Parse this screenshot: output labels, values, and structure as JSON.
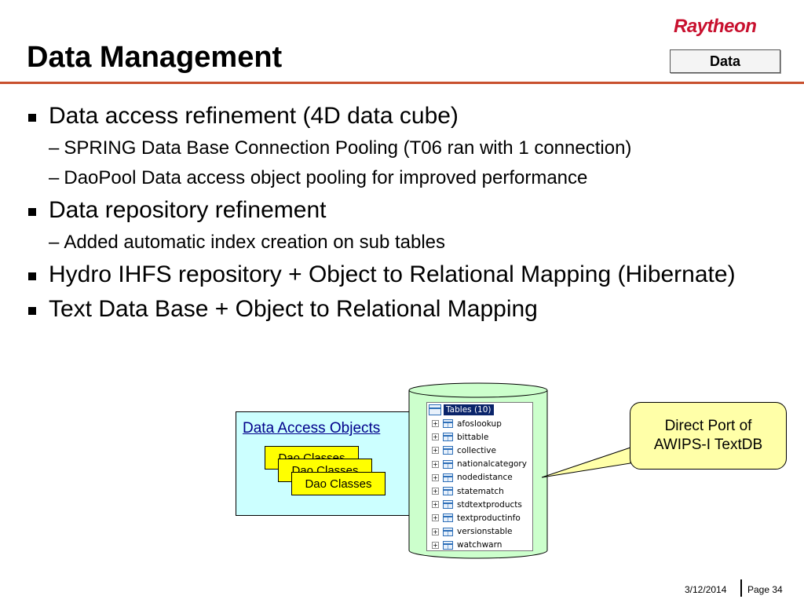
{
  "header": {
    "logo_text": "Raytheon",
    "title": "Data Management",
    "section_tag": "Data",
    "accent_color": "#c8502e",
    "logo_color": "#c8102e"
  },
  "bullets": [
    {
      "text": "Data access refinement (4D data cube)",
      "subs": [
        "SPRING Data Base Connection Pooling (T06 ran with 1 connection)",
        "DaoPool Data access object pooling for improved performance"
      ]
    },
    {
      "text": "Data repository refinement",
      "subs": [
        "Added automatic index creation on sub tables"
      ]
    },
    {
      "text": "Hydro IHFS repository + Object to Relational Mapping (Hibernate)",
      "subs": []
    },
    {
      "text": "Text Data Base + Object to Relational Mapping",
      "subs": []
    }
  ],
  "dao_box": {
    "title": "Data Access Objects",
    "cards": [
      "Dao Classes",
      "Dao Classes",
      "Dao Classes"
    ]
  },
  "db_tree": {
    "root_label": "Tables (10)",
    "tables": [
      "afoslookup",
      "bittable",
      "collective",
      "nationalcategory",
      "nodedistance",
      "statematch",
      "stdtextproducts",
      "textproductinfo",
      "versionstable",
      "watchwarn"
    ]
  },
  "callout": {
    "line1": "Direct Port of",
    "line2": "AWIPS-I TextDB"
  },
  "footer": {
    "date": "3/12/2014",
    "page": "Page 34"
  }
}
